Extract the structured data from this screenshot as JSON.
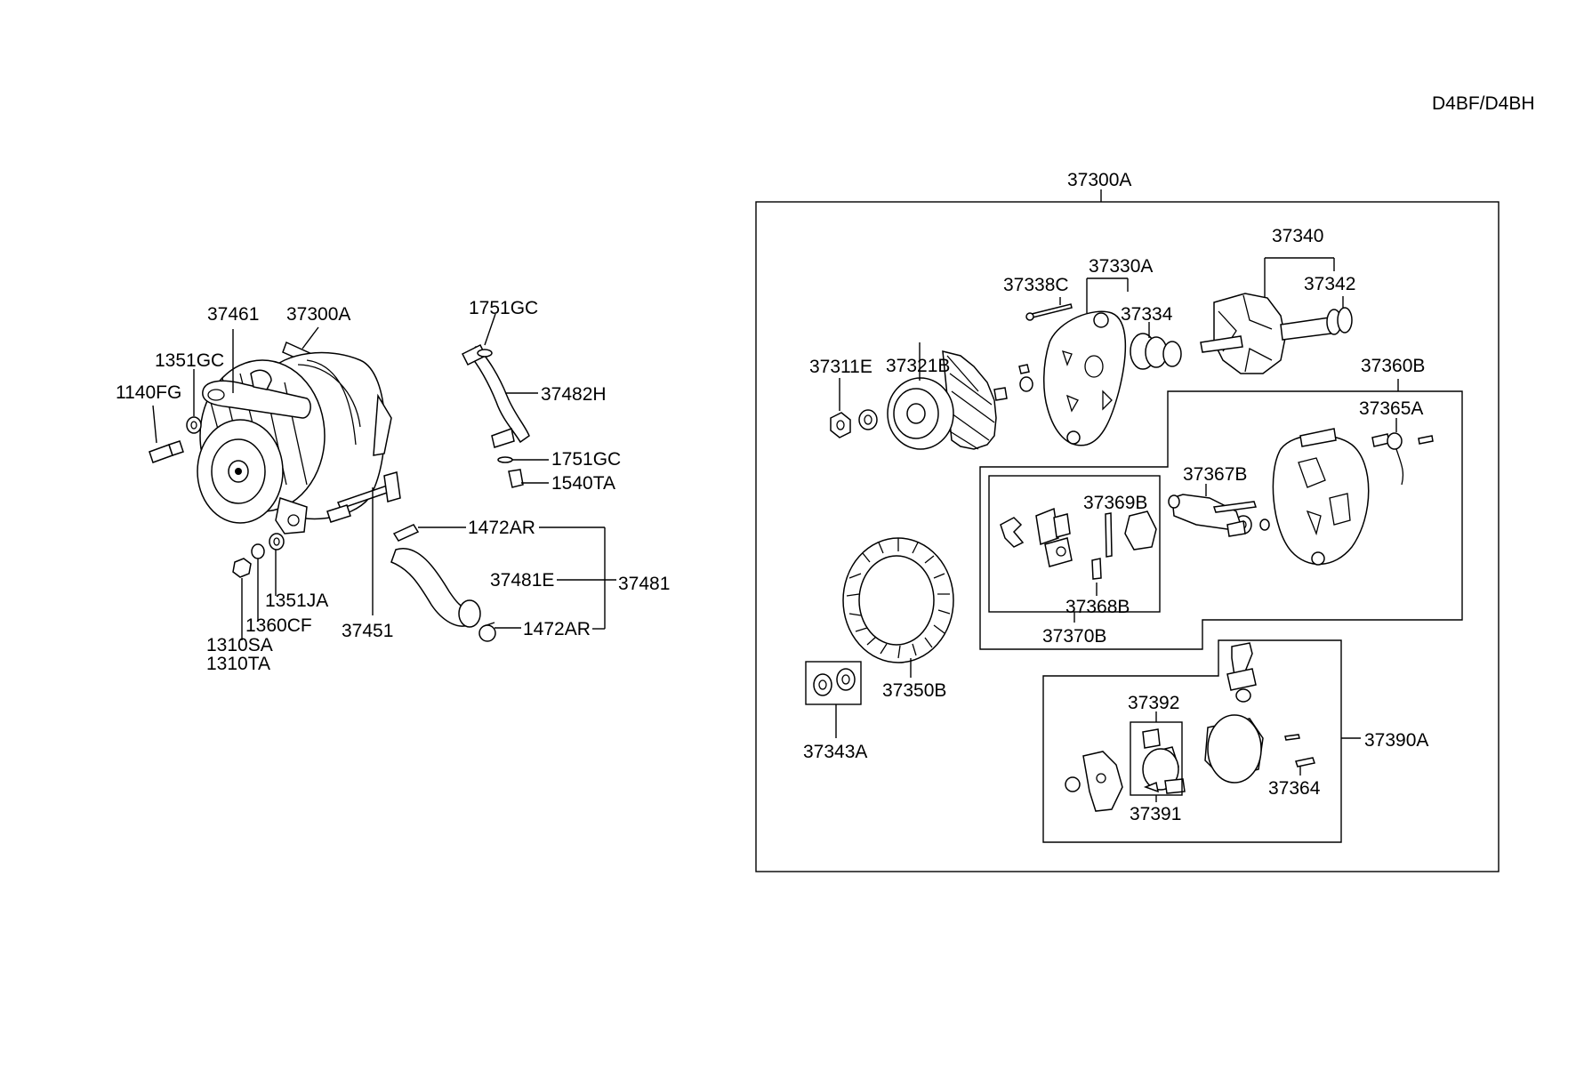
{
  "engine_code": "D4BF/D4BH",
  "labels": {
    "l37300A_left": "37300A",
    "l37461": "37461",
    "l1351GC": "1351GC",
    "l1140FG": "1140FG",
    "l1351JA": "1351JA",
    "l1360CF": "1360CF",
    "l1310SA": "1310SA",
    "l1310TA": "1310TA",
    "l37451": "37451",
    "l1751GC_top": "1751GC",
    "l37482H": "37482H",
    "l1751GC_bot": "1751GC",
    "l1540TA": "1540TA",
    "l1472AR_top": "1472AR",
    "l37481E": "37481E",
    "l37481": "37481",
    "l1472AR_bot": "1472AR",
    "l37300A_box": "37300A",
    "l37340": "37340",
    "l37342": "37342",
    "l37330A": "37330A",
    "l37338C": "37338C",
    "l37334": "37334",
    "l37321B": "37321B",
    "l37311E": "37311E",
    "l37360B": "37360B",
    "l37365A": "37365A",
    "l37367B": "37367B",
    "l37369B": "37369B",
    "l37368B": "37368B",
    "l37370B": "37370B",
    "l37350B": "37350B",
    "l37343A": "37343A",
    "l37392": "37392",
    "l37391": "37391",
    "l37390A": "37390A",
    "l37364": "37364"
  }
}
